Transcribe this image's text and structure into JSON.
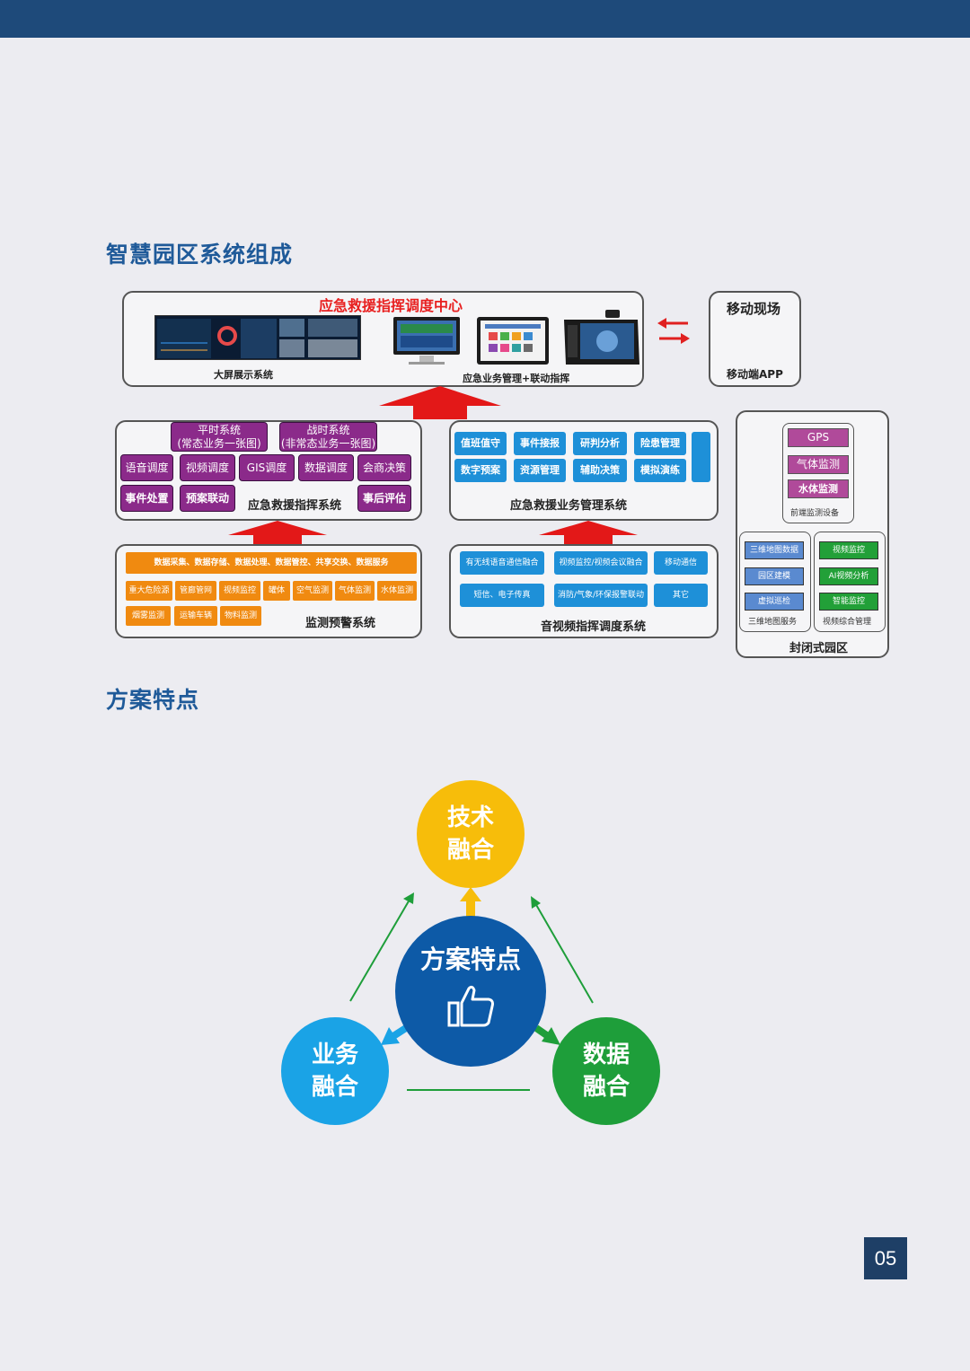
{
  "section1_title": "智慧园区系统组成",
  "section2_title": "方案特点",
  "center": {
    "title": "应急救援指挥调度中心",
    "display_label": "大屏展示系统",
    "mgmt_label": "应急业务管理+联动指挥"
  },
  "mobile": {
    "title": "移动现场",
    "app": "移动端APP"
  },
  "command": {
    "label": "应急救援指挥系统",
    "top": [
      {
        "line1": "平时系统",
        "line2": "(常态业务一张图)"
      },
      {
        "line1": "战时系统",
        "line2": "(非常态业务一张图)"
      }
    ],
    "row1": [
      "语音调度",
      "视频调度",
      "GIS调度",
      "数据调度",
      "会商决策"
    ],
    "row2": [
      "事件处置",
      "预案联动",
      "事后评估"
    ]
  },
  "business": {
    "label": "应急救援业务管理系统",
    "row1": [
      "值班值守",
      "事件接报",
      "研判分析",
      "险患管理"
    ],
    "row2": [
      "数字预案",
      "资源管理",
      "辅助决策",
      "模拟演练"
    ]
  },
  "monitor": {
    "label": "监测预警系统",
    "banner": "数据采集、数据存储、数据处理、数据管控、共享交换、数据服务",
    "row1": [
      "重大危险源",
      "管廊管网",
      "视频监控",
      "罐体",
      "空气监测",
      "气体监测",
      "水体监测"
    ],
    "row2": [
      "烟雾监测",
      "运输车辆",
      "物料监测"
    ]
  },
  "av": {
    "label": "音视频指挥调度系统",
    "row1": [
      "有无线语音通信融合",
      "视频监控/视频会议融合",
      "移动通信"
    ],
    "row2": [
      "短信、电子传真",
      "消防/气象/环保报警联动",
      "其它"
    ]
  },
  "park": {
    "label": "封闭式园区",
    "front": {
      "items": [
        "GPS",
        "气体监测",
        "水体监测"
      ],
      "label": "前端监测设备"
    },
    "map": {
      "items": [
        "三维地图数据",
        "园区建模",
        "虚拟巡检"
      ],
      "label": "三维地图服务"
    },
    "video": {
      "items": [
        "视频监控",
        "AI视频分析",
        "智能监控"
      ],
      "label": "视频综合管理"
    }
  },
  "features": {
    "center": "方案特点",
    "top": {
      "line1": "技术",
      "line2": "融合"
    },
    "left": {
      "line1": "业务",
      "line2": "融合"
    },
    "right": {
      "line1": "数据",
      "line2": "融合"
    }
  },
  "colors": {
    "center": "#0d5aa7",
    "top": "#f7bd0a",
    "left": "#1aa3e6",
    "right": "#1e9e3a"
  },
  "page_number": "05"
}
